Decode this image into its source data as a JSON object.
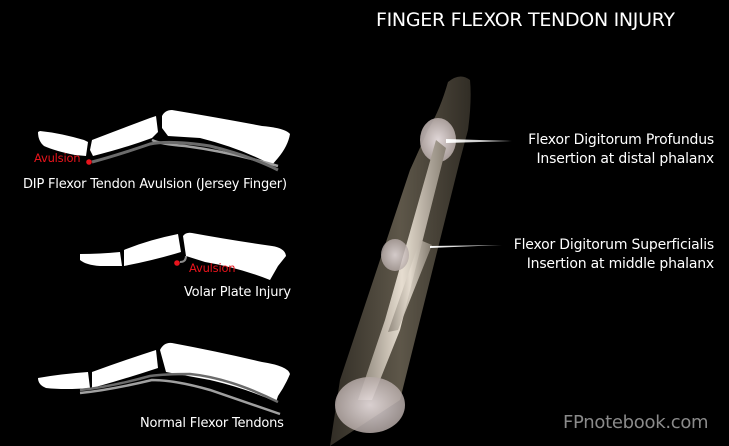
{
  "title": "FINGER FLEXOR TENDON INJURY",
  "panels": [
    {
      "id": "jersey-finger",
      "caption": "DIP Flexor Tendon Avulsion (Jersey Finger)",
      "marker_label": "Avulsion"
    },
    {
      "id": "volar-plate",
      "caption": "Volar Plate Injury",
      "marker_label": "Avulsion"
    },
    {
      "id": "normal",
      "caption": "Normal Flexor Tendons"
    }
  ],
  "anatomy_labels": [
    {
      "line1": "Flexor Digitorum Profundus",
      "line2": "Insertion at distal phalanx"
    },
    {
      "line1": "Flexor Digitorum Superficialis",
      "line2": "Insertion at middle phalanx"
    }
  ],
  "colors": {
    "background": "#000000",
    "bone": "#ffffff",
    "tendon_dark": "#6b6b6b",
    "tendon_light": "#a0a0a0",
    "avulsion_marker": "#e8141c",
    "watermark": "#8a8a8a"
  },
  "watermark": "FPnotebook.com"
}
